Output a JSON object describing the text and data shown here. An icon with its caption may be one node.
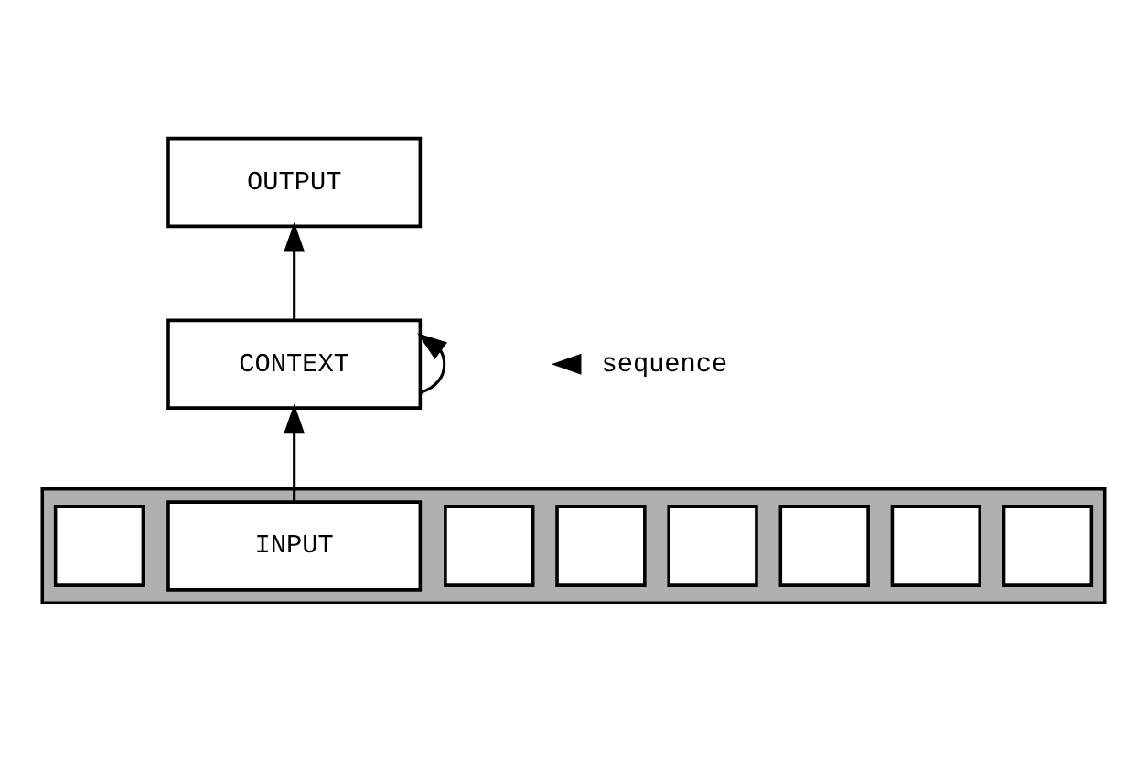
{
  "diagram": {
    "nodes": [
      {
        "text": [
          "OUTPUT"
        ]
      },
      {
        "text": [
          "CONTEXT"
        ]
      },
      {
        "text": [],
        "shape": "bar"
      },
      {
        "text": [],
        "shape": "box",
        "in": 2
      },
      {
        "text": [
          "INPUT"
        ],
        "in": 2
      },
      {
        "text": [],
        "shape": "box",
        "in": 2
      },
      {
        "text": [],
        "shape": "box",
        "in": 2
      },
      {
        "text": [],
        "shape": "box",
        "in": 2
      },
      {
        "text": [],
        "shape": "box",
        "in": 2
      },
      {
        "text": [],
        "shape": "box",
        "in": 2
      },
      {
        "text": [],
        "shape": "box",
        "in": 2
      }
    ],
    "edges": [
      {
        "from": 4,
        "to": 1,
        "arrow": "to"
      },
      {
        "from": 1,
        "to": 0,
        "arrow": "to"
      },
      {
        "from": 1,
        "to": 1,
        "arrow": "to"
      }
    ],
    "labels": [
      "sequence"
    ]
  }
}
